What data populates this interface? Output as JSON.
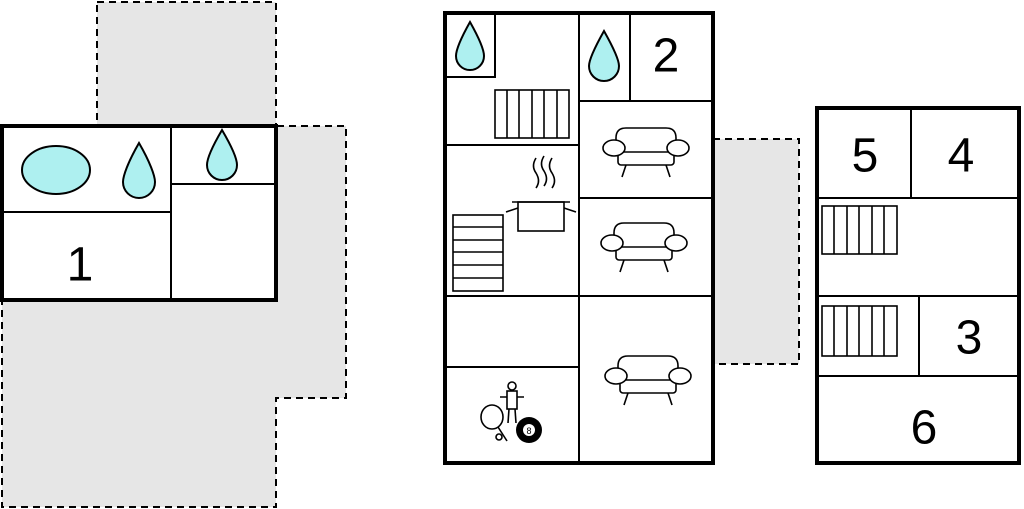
{
  "rooms": {
    "r1": "1",
    "r2": "2",
    "r3": "3",
    "r4": "4",
    "r5": "5",
    "r6": "6"
  },
  "icons": {
    "bathtub": "bathtub-icon",
    "water": "water-drop-icon",
    "sofa": "sofa-icon",
    "stairs": "stairs-icon",
    "kitchen": "cooking-pot-icon",
    "games": "games-room-icon"
  },
  "colors": {
    "water": "#aef0f0",
    "outdoor": "#e6e6e6",
    "wall": "#000000"
  }
}
